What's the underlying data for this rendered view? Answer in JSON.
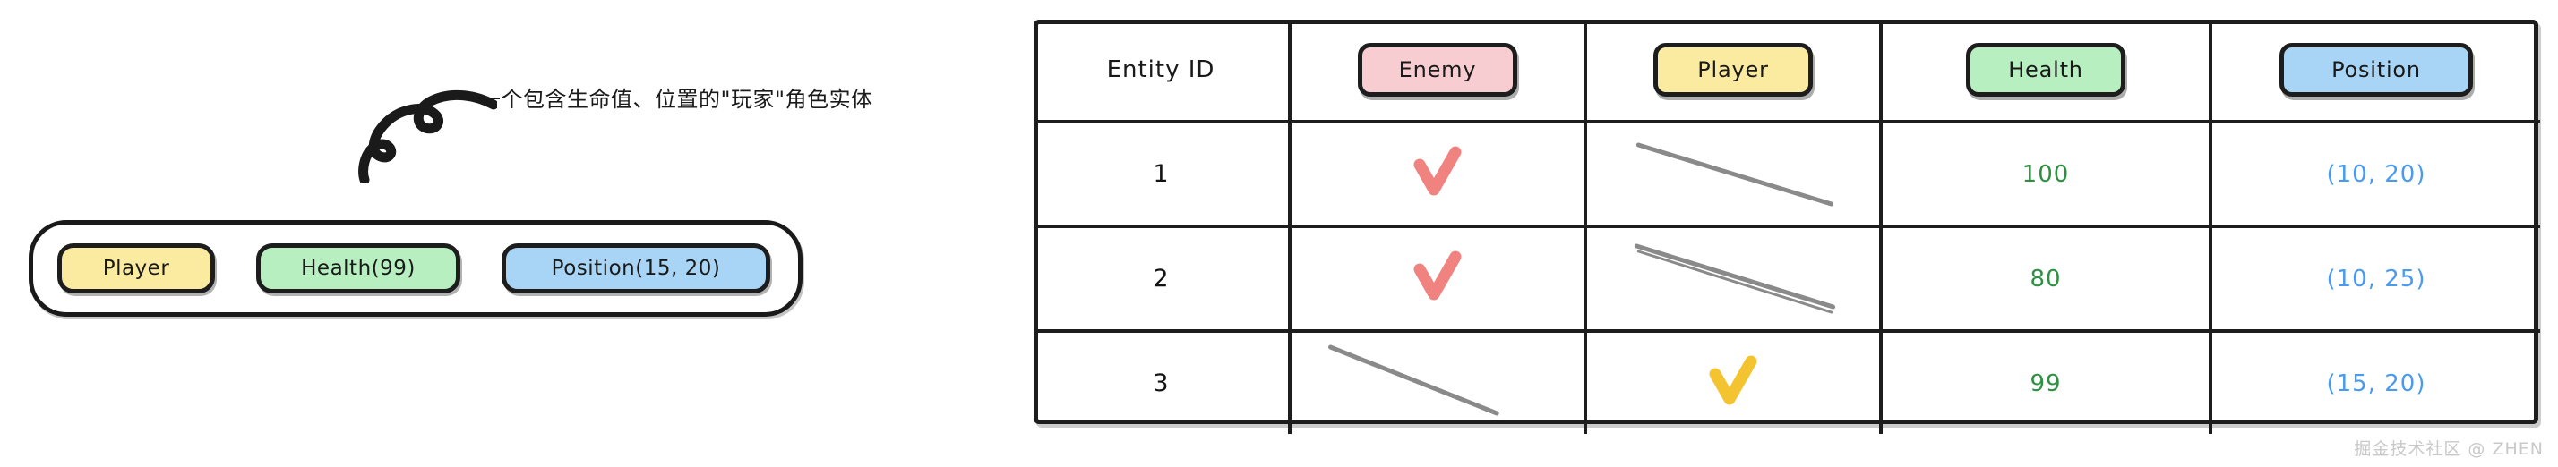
{
  "annotation": {
    "text": "一个包含生命值、位置的\"玩家\"角色实体",
    "arrow_icon": "curly-arrow-icon"
  },
  "entity_card": {
    "chips": [
      {
        "label": "Player",
        "color": "#FAEBA0",
        "name": "chip-player"
      },
      {
        "label": "Health(99)",
        "color": "#B8EFC0",
        "name": "chip-health"
      },
      {
        "label": "Position(15, 20)",
        "color": "#A8D4F5",
        "name": "chip-position"
      }
    ]
  },
  "table": {
    "headers": [
      {
        "label": "Entity ID",
        "style": "plain",
        "color": ""
      },
      {
        "label": "Enemy",
        "style": "chip",
        "color": "#F8CDD2"
      },
      {
        "label": "Player",
        "style": "chip",
        "color": "#FAEBA0"
      },
      {
        "label": "Health",
        "style": "chip",
        "color": "#B8EFC0"
      },
      {
        "label": "Position",
        "style": "chip",
        "color": "#A8D4F5"
      }
    ],
    "rows": [
      {
        "id": "1",
        "enemy": {
          "mark": "check",
          "color": "#F0837F"
        },
        "player": {
          "mark": "slash",
          "color": "#8A8A8A"
        },
        "health": "100",
        "position": "(10, 20)"
      },
      {
        "id": "2",
        "enemy": {
          "mark": "check",
          "color": "#F0837F"
        },
        "player": {
          "mark": "slash",
          "color": "#8A8A8A"
        },
        "health": "80",
        "position": "(10, 25)"
      },
      {
        "id": "3",
        "enemy": {
          "mark": "slash",
          "color": "#8A8A8A"
        },
        "player": {
          "mark": "check",
          "color": "#F4C430"
        },
        "health": "99",
        "position": "(15, 20)"
      }
    ]
  },
  "colors": {
    "ink": "#1d1d1d",
    "health_text": "#2e9142",
    "position_text": "#4a9bf0",
    "check_red": "#F0837F",
    "check_yellow": "#F4C430",
    "slash_gray": "#8A8A8A"
  },
  "watermark": {
    "text": "掘金技术社区 @ ZHEN"
  }
}
